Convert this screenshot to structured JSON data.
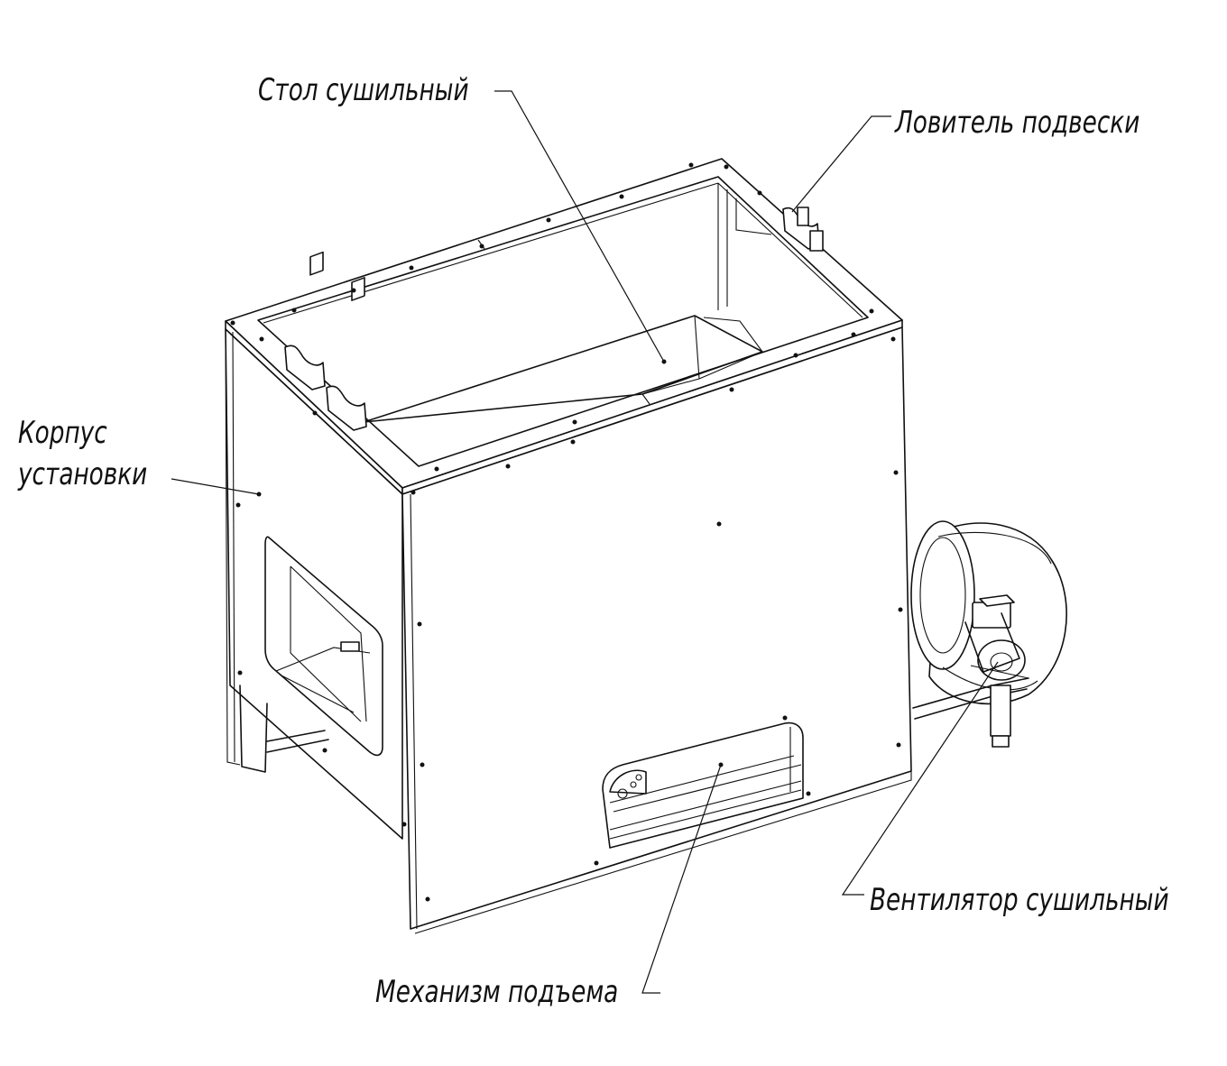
{
  "labels": {
    "table": "Стол сушильный",
    "catcher": "Ловитель подвески",
    "body_line1": "Корпус",
    "body_line2": "установки",
    "fan": "Вентилятор сушильный",
    "lift": "Механизм подъема"
  }
}
